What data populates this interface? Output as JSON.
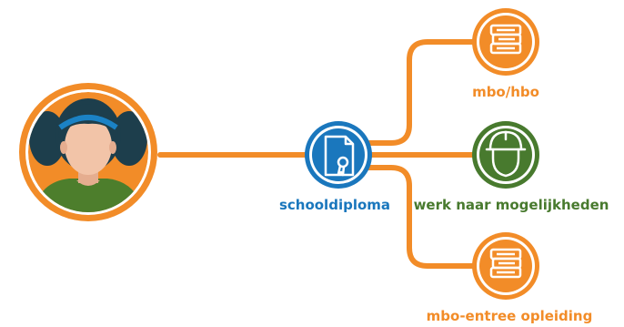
{
  "colors": {
    "orange": "#F28C28",
    "blue": "#1A77BD",
    "green": "#487A2E",
    "skin": "#F2C4A8",
    "hair": "#1D3E4C",
    "headband": "#1B82C5",
    "shirt": "#4D7E2C"
  },
  "nodes": {
    "center": {
      "label": "schooldiploma",
      "icon": "diploma-icon"
    },
    "top": {
      "label": "mbo/hbo",
      "icon": "books-icon"
    },
    "middle": {
      "label": "werk naar mogelijkheden",
      "icon": "hardhat-icon"
    },
    "bottom": {
      "label": "mbo-entree opleiding",
      "icon": "books-icon"
    },
    "student": {
      "icon": "student-avatar-icon"
    }
  }
}
